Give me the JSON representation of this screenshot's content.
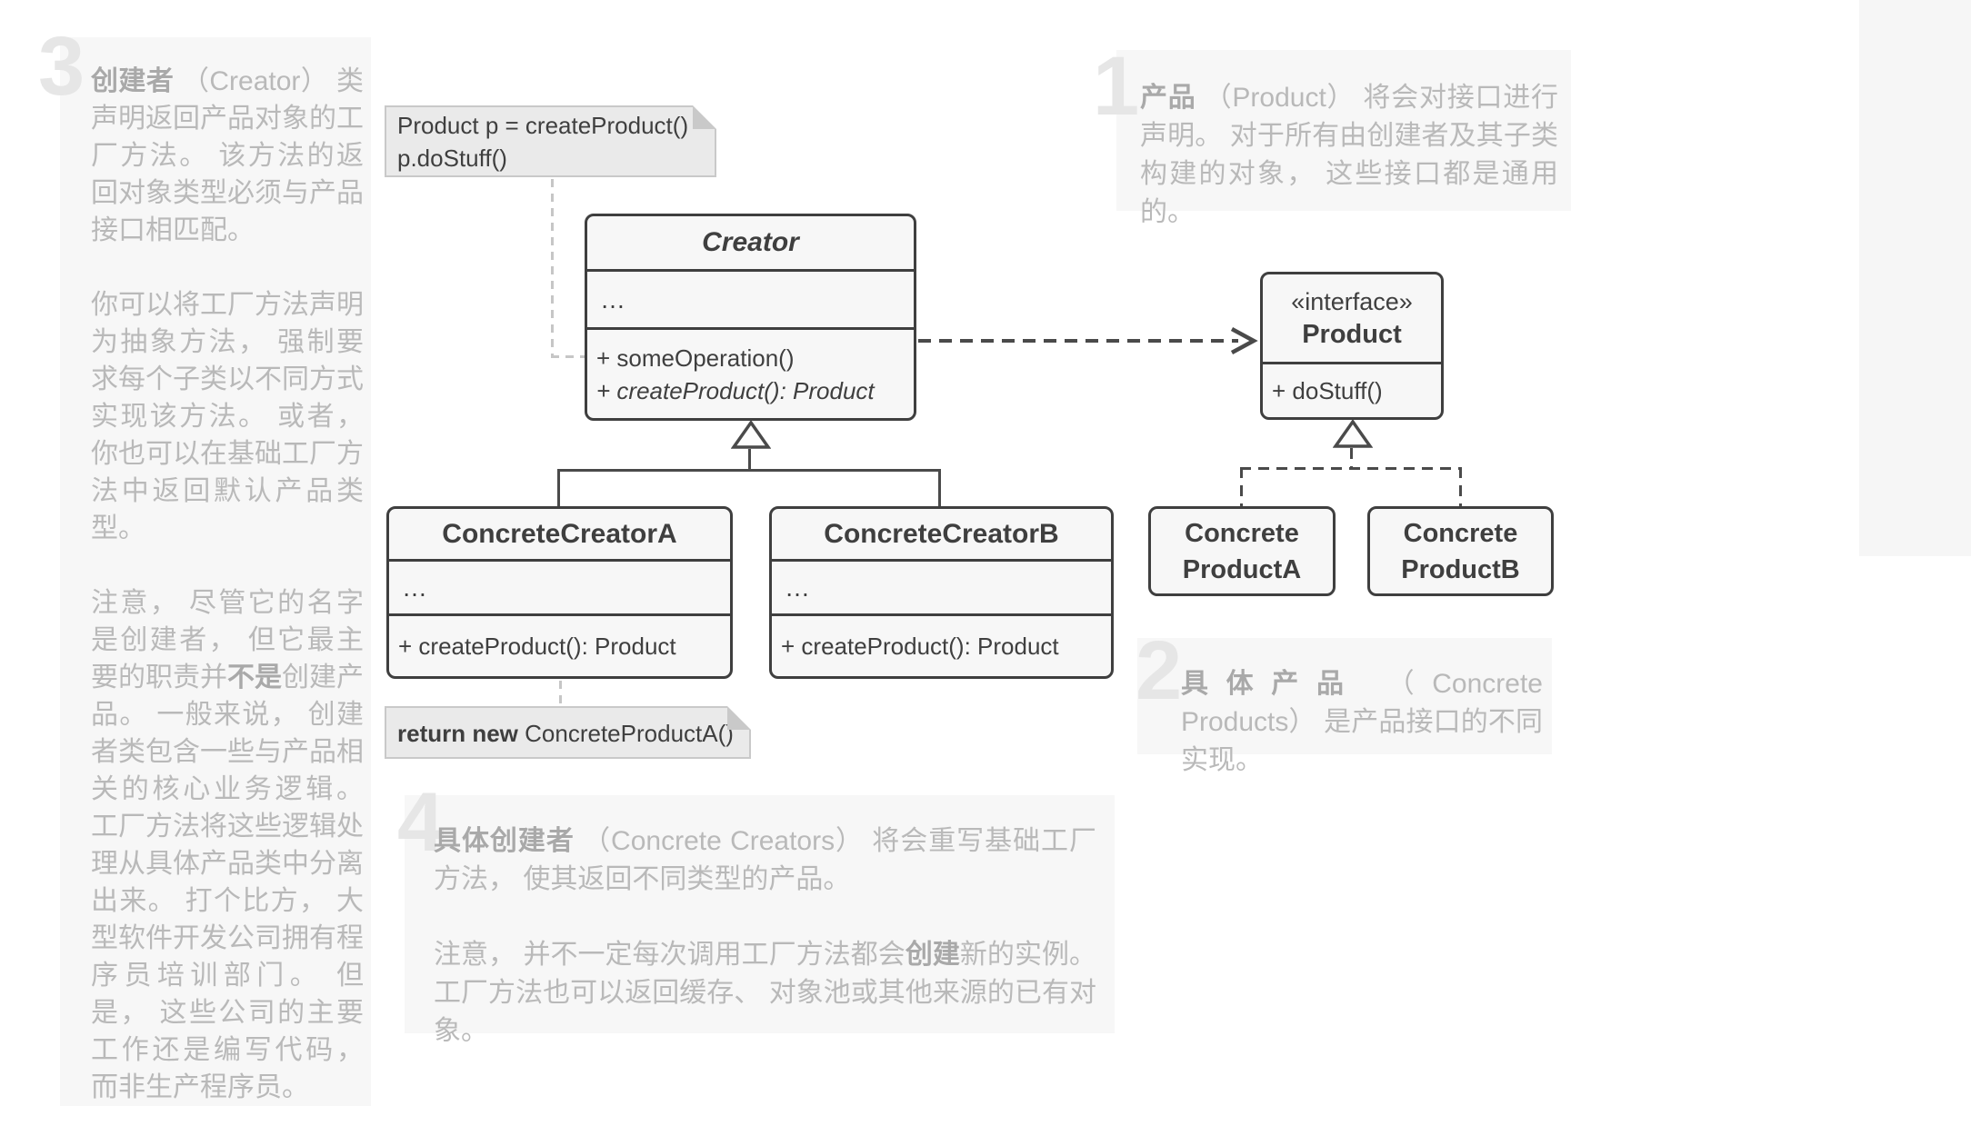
{
  "annotations": {
    "block1": {
      "number": "1",
      "p1_bold": "产品",
      "p1_rest": " （Product） 将会对接口进行声明。 对于所有由创建者及其子类构建的对象， 这些接口都是通用的。"
    },
    "block2": {
      "number": "2",
      "p1_bold": "具体产品",
      "p1_rest": " （Concrete Products） 是产品接口的不同实现。"
    },
    "block3": {
      "number": "3",
      "p1_bold": "创建者",
      "p1_rest": " （Creator） 类声明返回产品对象的工厂方法。 该方法的返回对象类型必须与产品接口相匹配。",
      "p2": "你可以将工厂方法声明为抽象方法， 强制要求每个子类以不同方式实现该方法。 或者， 你也可以在基础工厂方法中返回默认产品类型。",
      "p3_a": "注意， 尽管它的名字是创建者， 但它最主要的职责并",
      "p3_bold": "不是",
      "p3_b": "创建产品。 一般来说， 创建者类包含一些与产品相关的核心业务逻辑。 工厂方法将这些逻辑处理从具体产品类中分离出来。 打个比方， 大型软件开发公司拥有程序员培训部门。 但是， 这些公司的主要工作还是编写代码， 而非生产程序员。"
    },
    "block4": {
      "number": "4",
      "p1_bold": "具体创建者",
      "p1_rest": " （Concrete Creators） 将会重写基础工厂方法， 使其返回不同类型的产品。",
      "p2_a": "注意， 并不一定每次调用工厂方法都会",
      "p2_bold": "创建",
      "p2_b": "新的实例。 工厂方法也可以返回缓存、 对象池或其他来源的已有对象。"
    }
  },
  "diagram": {
    "note_top": {
      "line1": "Product p = createProduct()",
      "line2": "p.doStuff()"
    },
    "creator": {
      "title": "Creator",
      "ellipsis": "…",
      "method1": "+ someOperation()",
      "method2": "+ createProduct(): Product"
    },
    "product": {
      "stereotype": "«interface»",
      "name": "Product",
      "method": "+ doStuff()"
    },
    "concrete_creator_a": {
      "title": "ConcreteCreatorA",
      "ellipsis": "…",
      "method": "+ createProduct(): Product"
    },
    "concrete_creator_b": {
      "title": "ConcreteCreatorB",
      "ellipsis": "…",
      "method": "+ createProduct(): Product"
    },
    "concrete_product_a": {
      "line1": "Concrete",
      "line2": "ProductA"
    },
    "concrete_product_b": {
      "line1": "Concrete",
      "line2": "ProductB"
    },
    "note_return": {
      "bold": "return new",
      "rest": " ConcreteProductA()"
    }
  },
  "colors": {
    "box_border": "#3f3f3f",
    "box_bg": "#f7f7f7",
    "note_bg": "#eaeaea",
    "note_border": "#c9c9c9",
    "annotation_bg": "#f7f7f7",
    "annotation_text": "#b9b9b9",
    "watermark": "#e6e6e6",
    "connector_dark": "#4a4a4a",
    "connector_light": "#c6c6c6"
  }
}
